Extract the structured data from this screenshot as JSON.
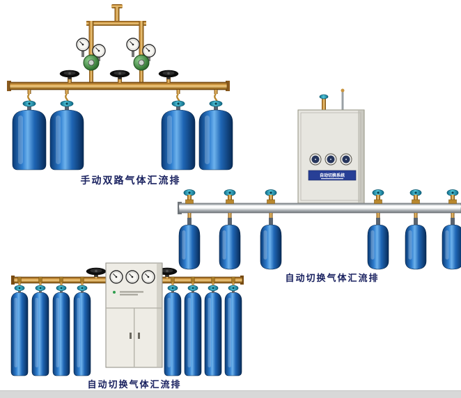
{
  "page": {
    "background": "#ffffff",
    "footer_strip_color": "#d8d8d8"
  },
  "products": [
    {
      "id": "manual-dual-manifold",
      "caption": "手动双路气体汇流排",
      "cylinder_count": 4
    },
    {
      "id": "auto-switch-manifold-a",
      "caption": "自动切换气体汇流排",
      "cabinet_label": "自动切换系统",
      "cylinder_count": 6
    },
    {
      "id": "auto-switch-manifold-b",
      "caption": "自动切换气体汇流排",
      "cylinder_count": 8
    }
  ],
  "colors": {
    "caption_text": "#1a2260",
    "cylinder_blue": "#2f7ecf",
    "brass": "#d9a148",
    "valve_teal": "#52c6da",
    "cabinet_gray": "#e7e6e0",
    "nameplate_blue": "#273f96"
  }
}
